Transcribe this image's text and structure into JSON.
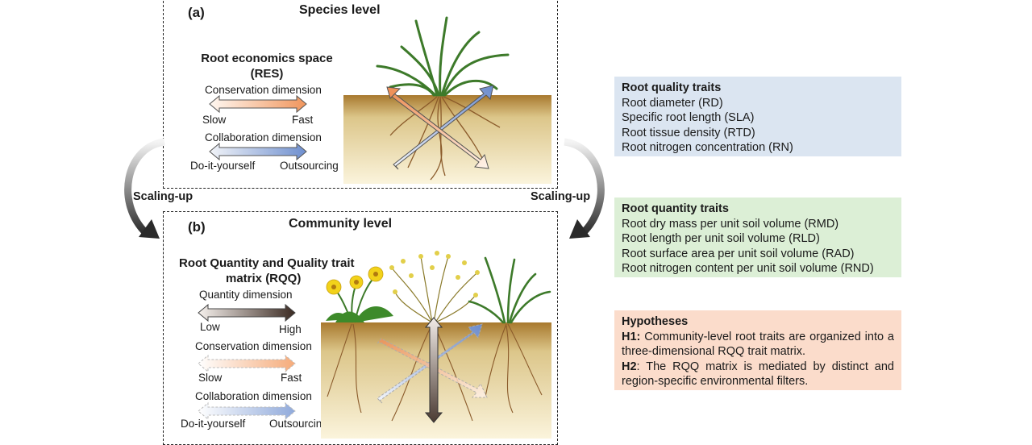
{
  "panel_a": {
    "letter": "(a)",
    "title": "Species level",
    "space_title_line1": "Root economics space",
    "space_title_line2": "(RES)",
    "conservation_dimension": "Conservation dimension",
    "slow": "Slow",
    "fast": "Fast",
    "collaboration_dimension": "Collaboration dimension",
    "do_it_yourself": "Do-it-yourself",
    "outsourcing": "Outsourcing"
  },
  "panel_b": {
    "letter": "(b)",
    "title": "Community level",
    "matrix_title_line1": "Root Quantity and Quality trait",
    "matrix_title_line2": "matrix (RQQ)",
    "quantity_dimension": "Quantity dimension",
    "low": "Low",
    "high": "High",
    "conservation_dimension": "Conservation dimension",
    "slow": "Slow",
    "fast": "Fast",
    "collaboration_dimension": "Collaboration dimension",
    "do_it_yourself": "Do-it-yourself",
    "outsourcing": "Outsourcing"
  },
  "scaling": {
    "left": "Scaling-up",
    "right": "Scaling-up"
  },
  "quality_box": {
    "title": "Root quality traits",
    "items": [
      "Root diameter (RD)",
      "Specific root length (SLA)",
      "Root tissue density (RTD)",
      "Root nitrogen concentration (RN)"
    ]
  },
  "quantity_box": {
    "title": "Root quantity traits",
    "items": [
      "Root dry mass per unit soil volume (RMD)",
      "Root length per unit soil volume (RLD)",
      "Root surface area per unit soil volume (RAD)",
      "Root nitrogen content per unit soil volume (RND)"
    ]
  },
  "hypotheses_box": {
    "title": "Hypotheses",
    "h1_label": "H1:",
    "h1_text": " Community-level root traits are organized into a three-dimensional RQQ trait matrix.",
    "h2_label": "H2",
    "h2_text": ": The RQQ matrix is mediated by distinct and region-specific environmental filters."
  },
  "colors": {
    "conservation": "#f0a070",
    "collaboration": "#8fa8d8",
    "quantity": "#3a2a22",
    "quality_box": "#dbe5f1",
    "quantity_box": "#dcefd6",
    "hypotheses_box": "#fbdccb"
  }
}
